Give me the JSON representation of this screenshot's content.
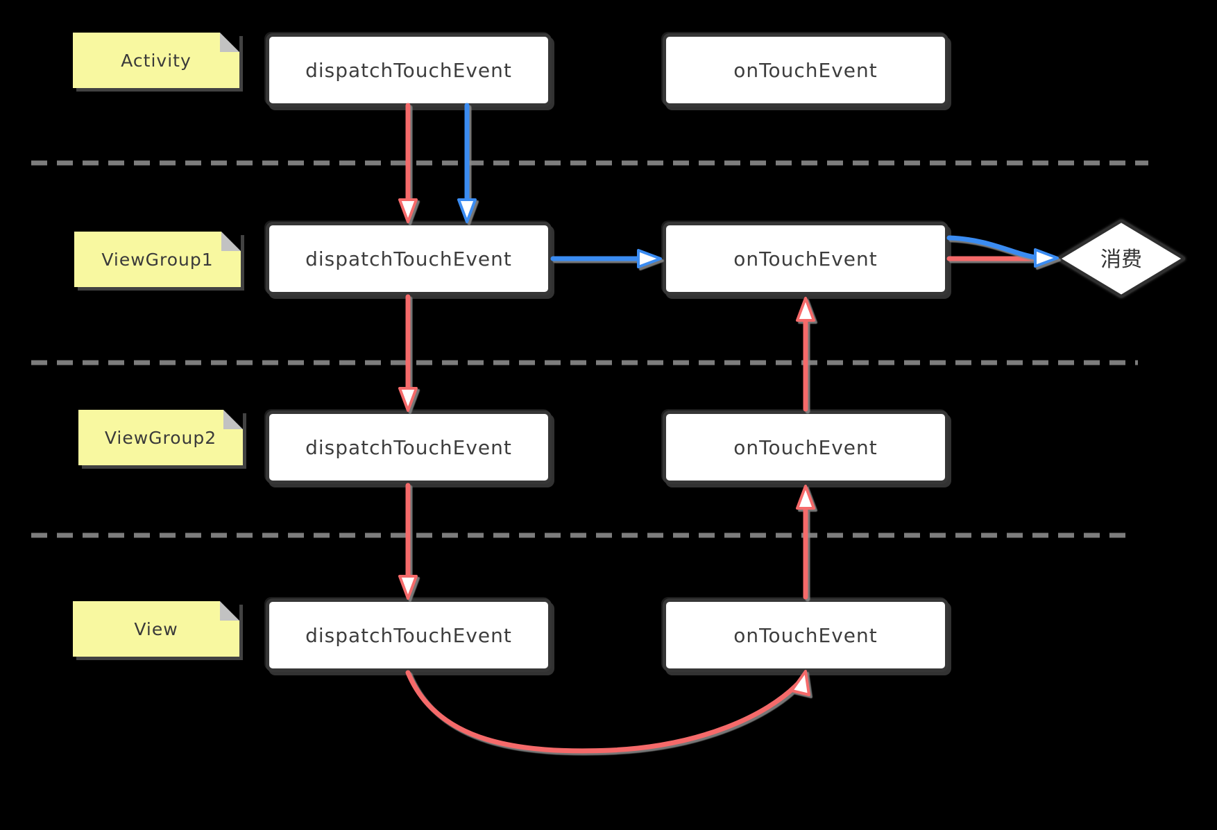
{
  "rows": [
    {
      "label": "Activity",
      "dispatch": "dispatchTouchEvent",
      "ontouch": "onTouchEvent"
    },
    {
      "label": "ViewGroup1",
      "dispatch": "dispatchTouchEvent",
      "ontouch": "onTouchEvent"
    },
    {
      "label": "ViewGroup2",
      "dispatch": "dispatchTouchEvent",
      "ontouch": "onTouchEvent"
    },
    {
      "label": "View",
      "dispatch": "dispatchTouchEvent",
      "ontouch": "onTouchEvent"
    }
  ],
  "decision": {
    "label": "消费"
  },
  "colors": {
    "background": "#000000",
    "pass_down_arrow_red": "#f56a6a",
    "consume_flow_arrow_blue": "#3b8cf2",
    "sticky_note_yellow": "#f8f8a0",
    "sticky_fold_gray": "#c2c2c2",
    "node_fill": "#ffffff",
    "node_border": "#363636",
    "node_text": "#3d3d3d",
    "layer_divider_gray": "#7d7d7d"
  },
  "arrows": [
    {
      "id": "red-activity-dispatch-to-viewgroup1-dispatch",
      "color": "red",
      "from": "Activity.dispatchTouchEvent",
      "to": "ViewGroup1.dispatchTouchEvent",
      "direction": "down"
    },
    {
      "id": "blue-activity-dispatch-to-viewgroup1-dispatch",
      "color": "blue",
      "from": "Activity.dispatchTouchEvent",
      "to": "ViewGroup1.dispatchTouchEvent",
      "direction": "down"
    },
    {
      "id": "blue-viewgroup1-dispatch-to-viewgroup1-ontouch",
      "color": "blue",
      "from": "ViewGroup1.dispatchTouchEvent",
      "to": "ViewGroup1.onTouchEvent",
      "direction": "right"
    },
    {
      "id": "red-viewgroup1-dispatch-to-viewgroup2-dispatch",
      "color": "red",
      "from": "ViewGroup1.dispatchTouchEvent",
      "to": "ViewGroup2.dispatchTouchEvent",
      "direction": "down"
    },
    {
      "id": "red-viewgroup2-dispatch-to-view-dispatch",
      "color": "red",
      "from": "ViewGroup2.dispatchTouchEvent",
      "to": "View.dispatchTouchEvent",
      "direction": "down"
    },
    {
      "id": "red-view-dispatch-to-view-ontouch-curve",
      "color": "red",
      "from": "View.dispatchTouchEvent",
      "to": "View.onTouchEvent",
      "direction": "curve-up"
    },
    {
      "id": "red-view-ontouch-to-viewgroup2-ontouch",
      "color": "red",
      "from": "View.onTouchEvent",
      "to": "ViewGroup2.onTouchEvent",
      "direction": "up"
    },
    {
      "id": "red-viewgroup2-ontouch-to-viewgroup1-ontouch",
      "color": "red",
      "from": "ViewGroup2.onTouchEvent",
      "to": "ViewGroup1.onTouchEvent",
      "direction": "up"
    },
    {
      "id": "blue-viewgroup1-ontouch-to-consume",
      "color": "blue",
      "from": "ViewGroup1.onTouchEvent",
      "to": "消费",
      "direction": "right"
    },
    {
      "id": "red-viewgroup1-ontouch-to-consume",
      "color": "red",
      "from": "ViewGroup1.onTouchEvent",
      "to": "消费",
      "direction": "right"
    }
  ]
}
